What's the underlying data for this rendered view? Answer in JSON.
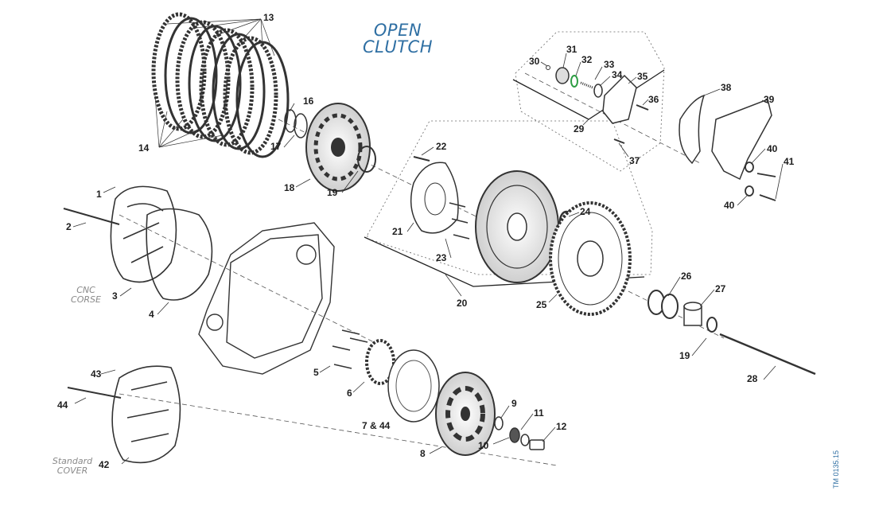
{
  "title_lines": [
    "OPEN",
    "CLUTCH"
  ],
  "variant_cnc": [
    "CNC",
    "CORSE"
  ],
  "variant_standard": [
    "Standard",
    "COVER"
  ],
  "drawing_code": "TM 0135.15",
  "callouts": {
    "c1": "1",
    "c2": "2",
    "c3": "3",
    "c4": "4",
    "c5": "5",
    "c6": "6",
    "c7_44": "7 & 44",
    "c8": "8",
    "c9": "9",
    "c10": "10",
    "c11": "11",
    "c12": "12",
    "c13": "13",
    "c14": "14",
    "c16": "16",
    "c17": "17",
    "c18": "18",
    "c19a": "19",
    "c19b": "19",
    "c20": "20",
    "c21": "21",
    "c22": "22",
    "c23": "23",
    "c24": "24",
    "c25": "25",
    "c26": "26",
    "c27": "27",
    "c28": "28",
    "c29": "29",
    "c30": "30",
    "c31": "31",
    "c32": "32",
    "c33": "33",
    "c34": "34",
    "c35": "35",
    "c36": "36",
    "c37": "37",
    "c38": "38",
    "c39": "39",
    "c40a": "40",
    "c40b": "40",
    "c41": "41",
    "c42": "42",
    "c43": "43",
    "c44": "44"
  },
  "colors": {
    "title": "#2f6fa3",
    "line": "#1e1e1e",
    "oring": "#2e9e44"
  }
}
